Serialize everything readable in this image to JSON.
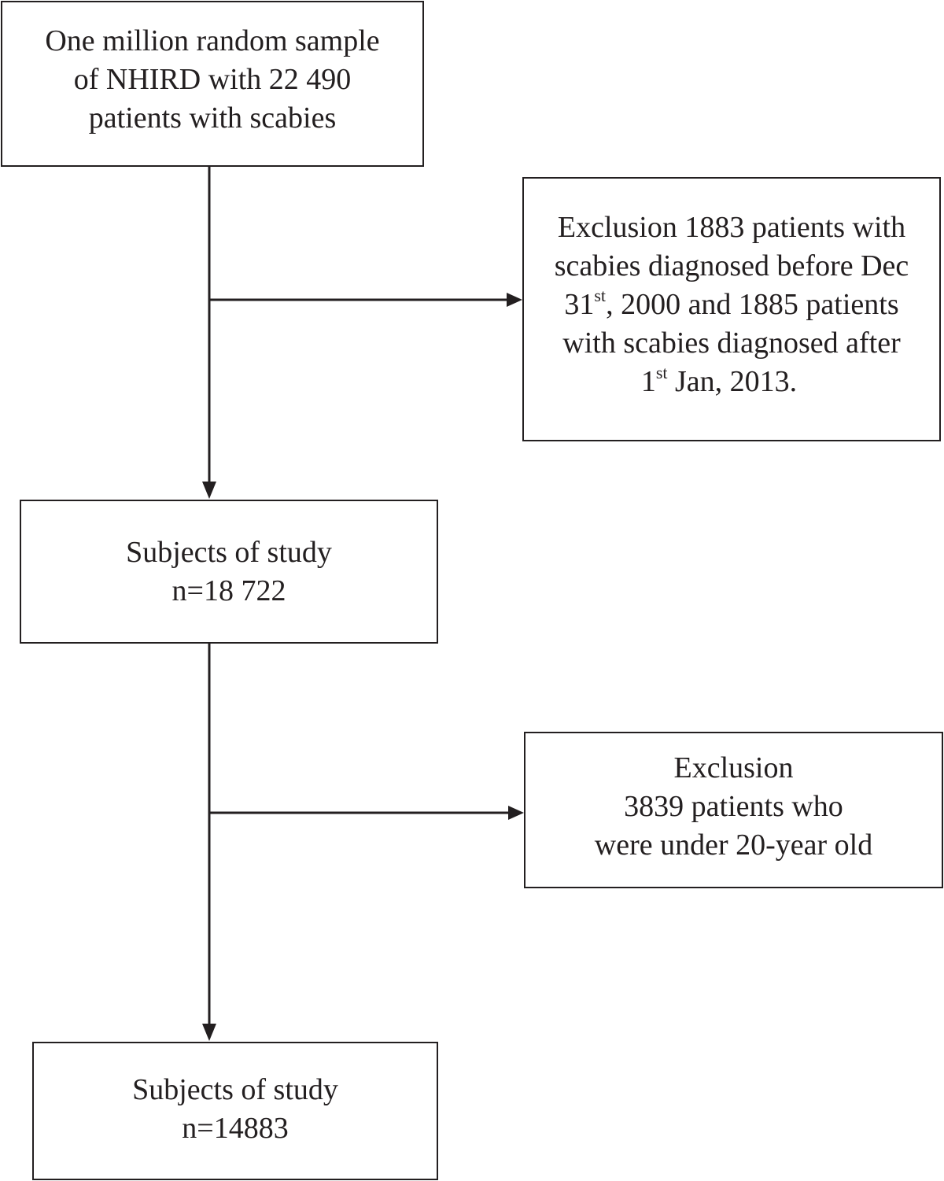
{
  "flowchart": {
    "source_box": {
      "lines": [
        "One million random sample",
        "of NHIRD with 22 490",
        "patients with scabies"
      ]
    },
    "exclusion_1": {
      "line1": "Exclusion 1883 patients with",
      "line2": "scabies diagnosed before Dec",
      "line3_num": "31",
      "line3_sup": "st",
      "line3_rest": ", 2000 and 1885 patients",
      "line4": "with scabies diagnosed after",
      "line5_num": "1",
      "line5_sup": "st",
      "line5_rest": " Jan, 2013."
    },
    "subjects_1": {
      "title": "Subjects of study",
      "count": "n=18 722"
    },
    "exclusion_2": {
      "lines": [
        "Exclusion",
        "3839 patients who",
        "were under 20-year old"
      ]
    },
    "subjects_2": {
      "title": "Subjects of study",
      "count": "n=14883"
    }
  },
  "colors": {
    "ink": "#231f20",
    "background": "#ffffff"
  }
}
